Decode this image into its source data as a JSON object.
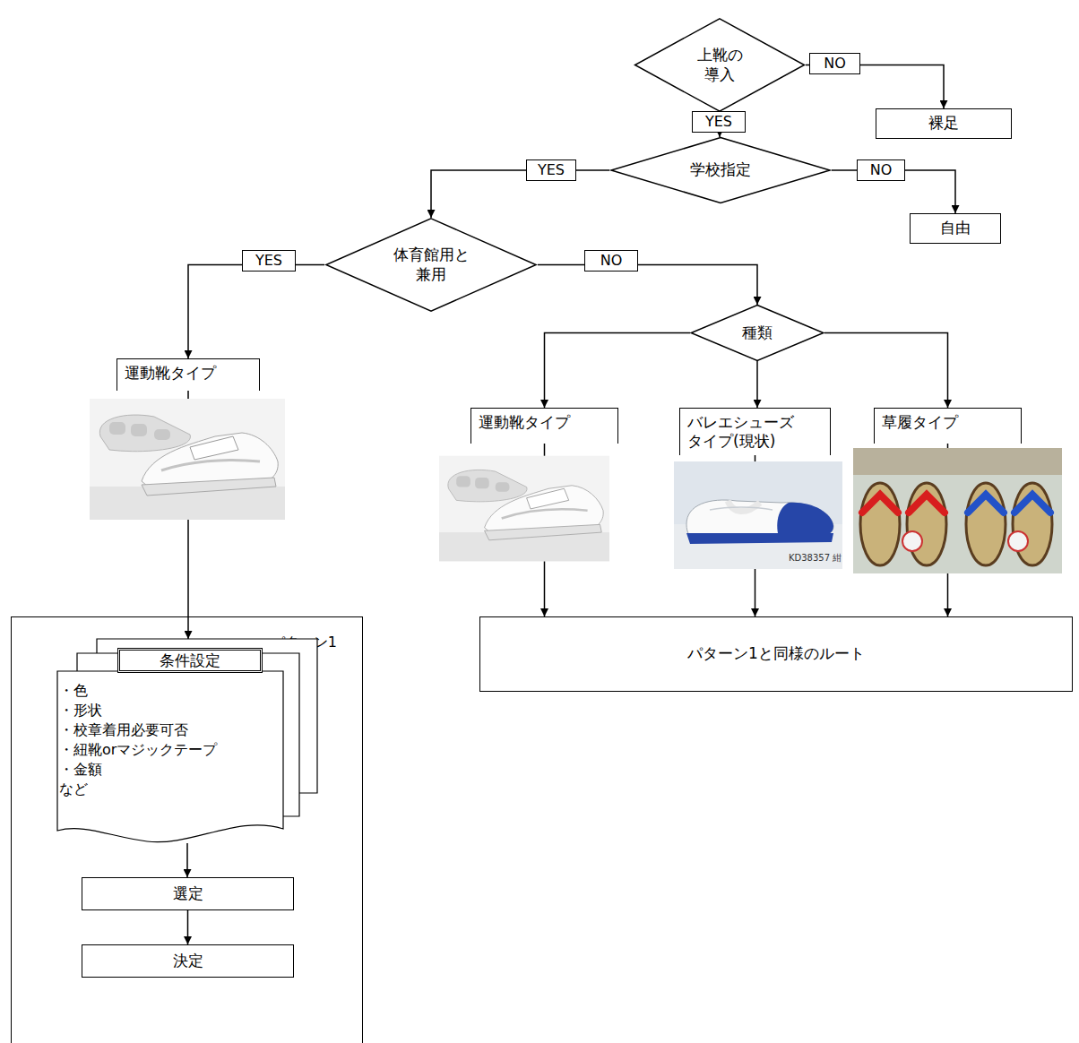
{
  "diagram": {
    "nodes": [
      {
        "text": [
          "上靴の 導入"
        ]
      },
      {
        "text": [
          "裸足"
        ]
      },
      {
        "text": [
          "学校指定"
        ]
      },
      {
        "text": [
          "自由"
        ]
      },
      {
        "text": [
          "体育館用と 兼用"
        ]
      },
      {
        "text": [
          "運動靴タイプ"
        ]
      },
      {
        "text": [
          "種類"
        ]
      },
      {
        "text": [
          "運動靴タイプ"
        ]
      },
      {
        "text": [
          "バレエシューズ タイプ(現状)"
        ]
      },
      {
        "text": [
          "草履タイプ"
        ]
      },
      {
        "text": [
          "パターン1"
        ]
      },
      {
        "text": [
          "条件設定",
          "・色",
          "・形状",
          "・校章着用必要可否",
          "・紐靴orマジックテープ",
          "・金額",
          "など"
        ],
        "in": 10
      },
      {
        "text": [
          "選定"
        ],
        "in": 10
      },
      {
        "text": [
          "決定"
        ],
        "in": 10
      },
      {
        "text": [
          "パターン1と同様のルート"
        ]
      }
    ],
    "edges": [
      {
        "from": 0,
        "to": 1,
        "label": "NO",
        "arrow": "to"
      },
      {
        "from": 0,
        "to": 2,
        "label": "YES",
        "arrow": "to"
      },
      {
        "from": 2,
        "to": 4,
        "label": "YES",
        "arrow": "to"
      },
      {
        "from": 2,
        "to": 3,
        "label": "NO",
        "arrow": "to"
      },
      {
        "from": 4,
        "to": 5,
        "label": "YES",
        "arrow": "to"
      },
      {
        "from": 4,
        "to": 6,
        "label": "NO",
        "arrow": "to"
      },
      {
        "from": 6,
        "to": 7,
        "arrow": "to"
      },
      {
        "from": 6,
        "to": 8,
        "arrow": "to"
      },
      {
        "from": 6,
        "to": 9,
        "arrow": "to"
      },
      {
        "from": 5,
        "to": 11,
        "arrow": "to"
      },
      {
        "from": 11,
        "to": 12,
        "arrow": "to"
      },
      {
        "from": 12,
        "to": 13,
        "arrow": "to"
      },
      {
        "from": 7,
        "to": 14,
        "arrow": "to"
      },
      {
        "from": 8,
        "to": 14,
        "arrow": "to"
      },
      {
        "from": 9,
        "to": 14,
        "arrow": "to"
      }
    ],
    "labels": [
      "KD38357 紺"
    ]
  }
}
